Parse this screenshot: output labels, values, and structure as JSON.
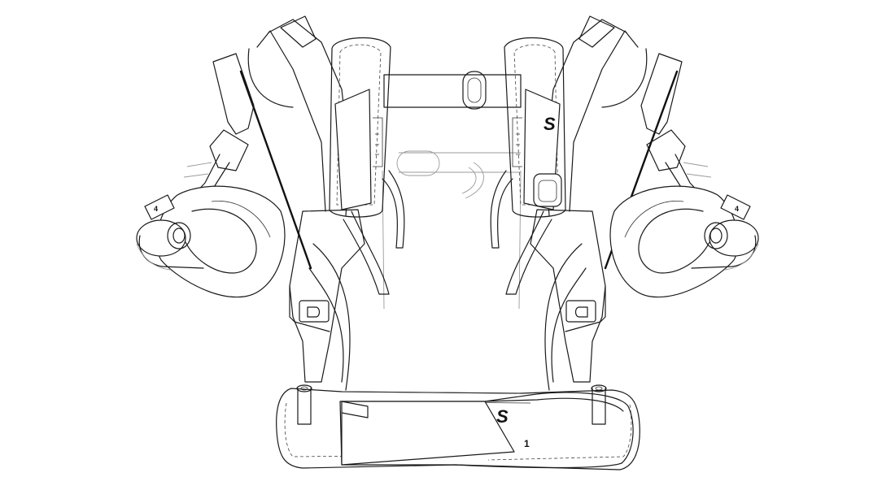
{
  "diagram": {
    "callouts": {
      "belt_number": "1",
      "left_arm_number": "4",
      "right_arm_number": "4"
    },
    "colors": {
      "line": "#1a1a1a",
      "faint_line": "#9a9a9a",
      "background": "#ffffff"
    }
  }
}
